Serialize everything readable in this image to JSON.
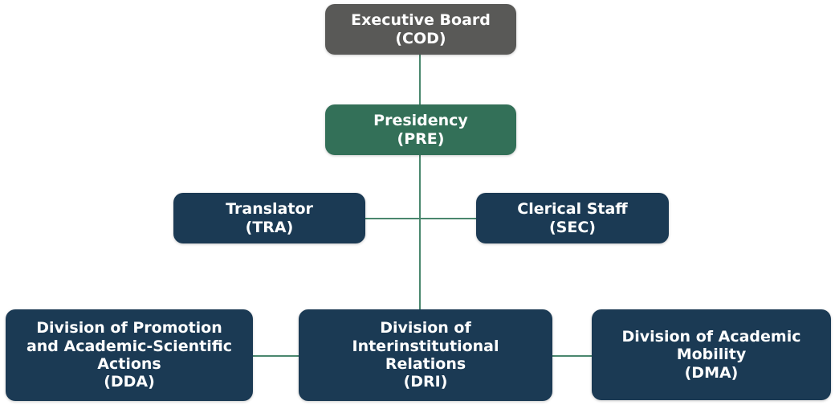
{
  "diagram": {
    "type": "org-chart",
    "levels": [
      [
        "cod"
      ],
      [
        "pre"
      ],
      [
        "tra",
        "sec"
      ],
      [
        "dda",
        "dri",
        "dma"
      ]
    ]
  },
  "nodes": {
    "cod": {
      "title": "Executive Board",
      "code": "(COD)"
    },
    "pre": {
      "title": "Presidency",
      "code": "(PRE)"
    },
    "tra": {
      "title": "Translator",
      "code": "(TRA)"
    },
    "sec": {
      "title": "Clerical Staff",
      "code": "(SEC)"
    },
    "dda": {
      "title": "Division of Promotion\nand Academic-Scientific\nActions",
      "code": "(DDA)"
    },
    "dri": {
      "title": "Division of\nInterinstitutional\nRelations",
      "code": "(DRI)"
    },
    "dma": {
      "title": "Division of Academic\nMobility",
      "code": "(DMA)"
    }
  },
  "colors": {
    "executive": "#595957",
    "presidency": "#337058",
    "division": "#1b3a54",
    "connector": "#4a876e",
    "text": "#ffffff"
  }
}
